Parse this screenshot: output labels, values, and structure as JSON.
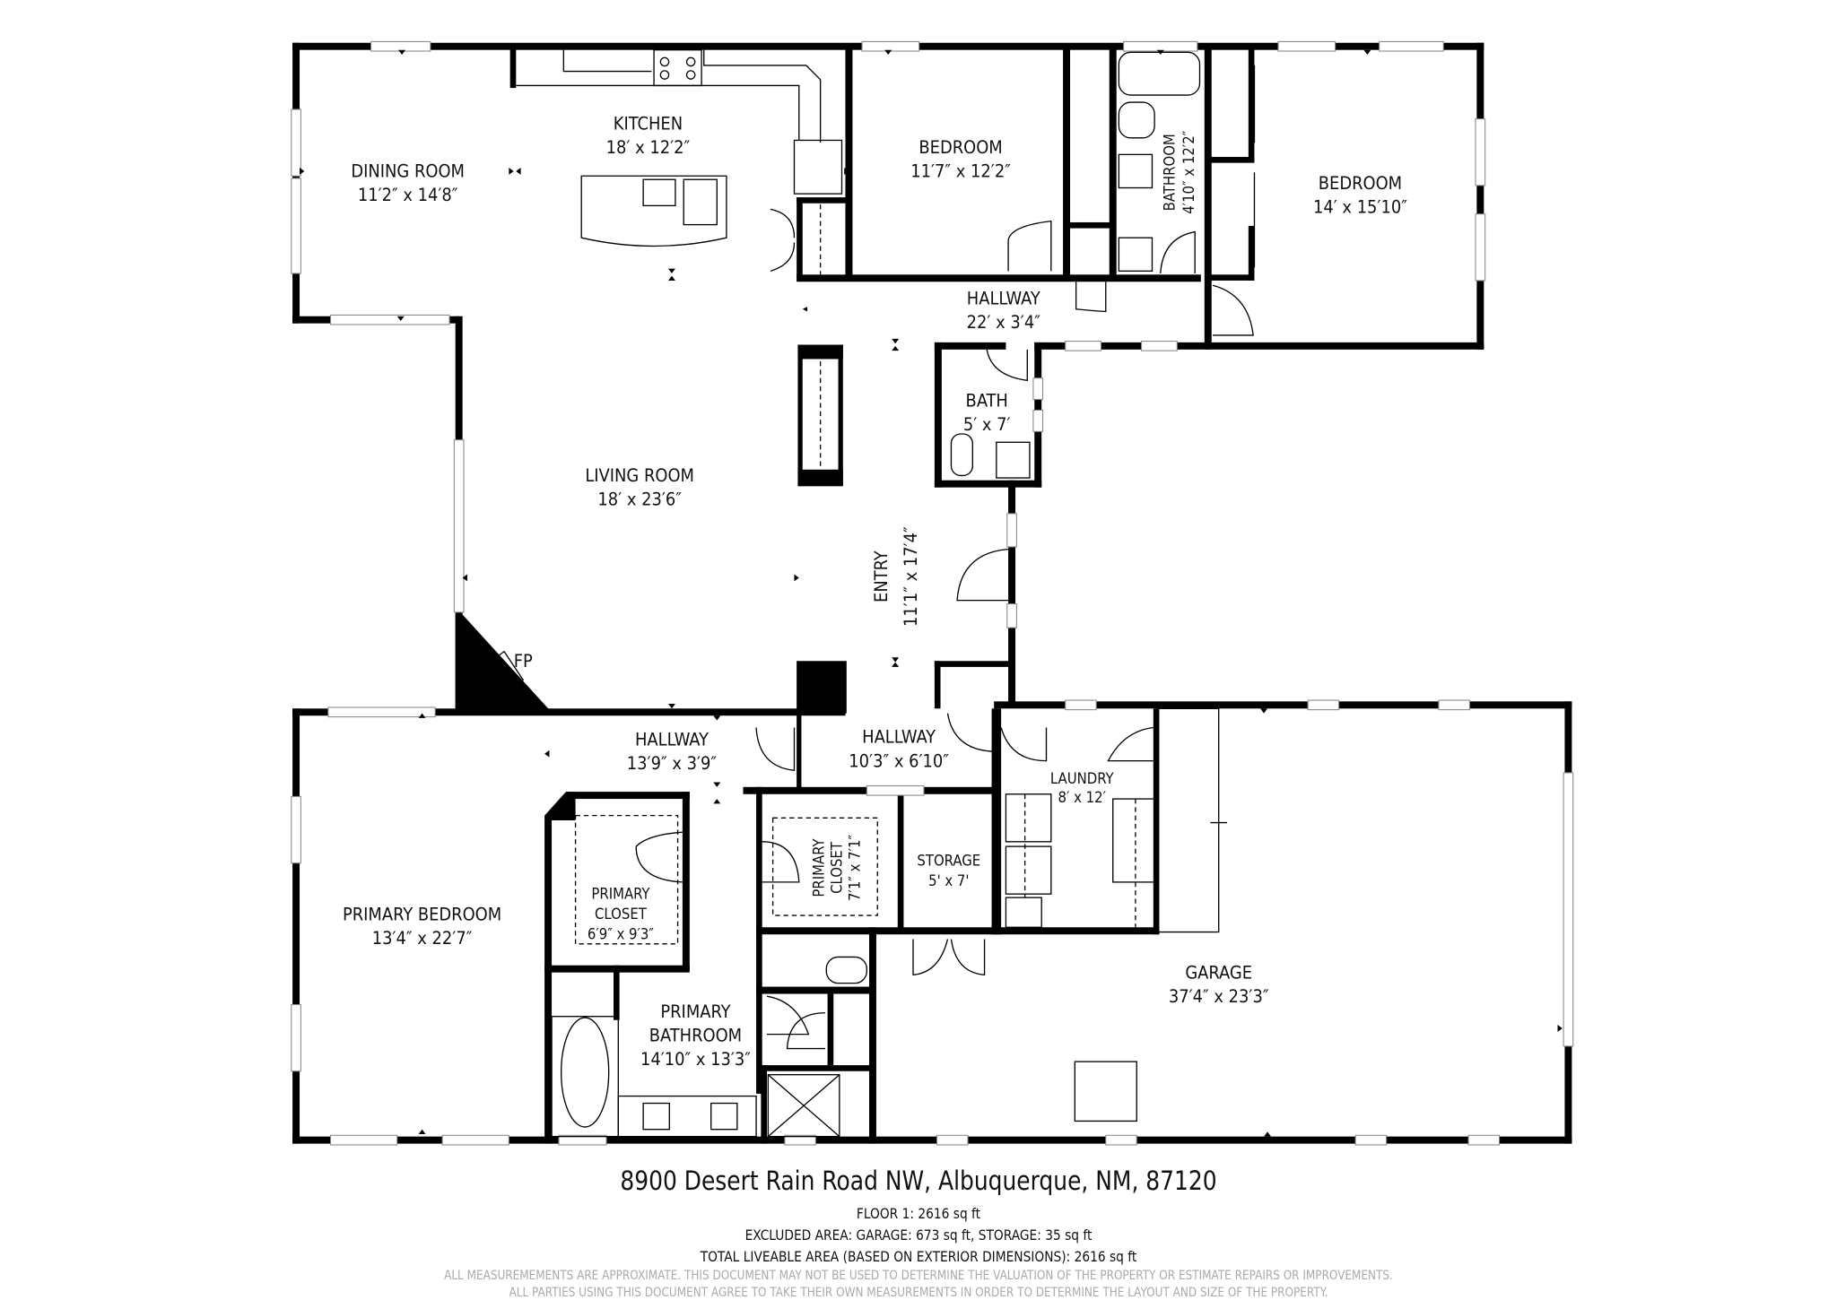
{
  "rooms": {
    "kitchen": {
      "name": "KITCHEN",
      "dims": "18′ x 12′2″"
    },
    "dining_room": {
      "name": "DINING ROOM",
      "dims": "11′2″ x 14′8″"
    },
    "bedroom_1": {
      "name": "BEDROOM",
      "dims": "11′7″ x 12′2″"
    },
    "bathroom": {
      "name": "BATHROOM",
      "dims": "4′10″ x 12′2″"
    },
    "bedroom_2": {
      "name": "BEDROOM",
      "dims": "14′ x 15′10″"
    },
    "hallway_north": {
      "name": "HALLWAY",
      "dims": "22′ x 3′4″"
    },
    "bath": {
      "name": "BATH",
      "dims": "5′ x 7′"
    },
    "living_room": {
      "name": "LIVING ROOM",
      "dims": "18′ x 23′6″"
    },
    "entry": {
      "name": "ENTRY",
      "dims": "11′1″ x 17′4″"
    },
    "fireplace": {
      "name": "FP"
    },
    "hallway_west": {
      "name": "HALLWAY",
      "dims": "13′9″ x 3′9″"
    },
    "hallway_center": {
      "name": "HALLWAY",
      "dims": "10′3″ x 6′10″"
    },
    "laundry": {
      "name": "LAUNDRY",
      "dims": "8′ x 12′"
    },
    "primary_bedroom": {
      "name": "PRIMARY BEDROOM",
      "dims": "13′4″ x 22′7″"
    },
    "primary_closet_1": {
      "name_line1": "PRIMARY",
      "name_line2": "CLOSET",
      "dims": "6′9″ x 9′3″"
    },
    "primary_closet_2": {
      "name_line1": "PRIMARY",
      "name_line2": "CLOSET",
      "dims": "7′1″ x 7′1″"
    },
    "storage": {
      "name": "STORAGE",
      "dims": "5' x 7'"
    },
    "primary_bathroom": {
      "name_line1": "PRIMARY",
      "name_line2": "BATHROOM",
      "dims": "14′10″ x 13′3″"
    },
    "garage": {
      "name": "GARAGE",
      "dims": "37′4″ x 23′3″"
    }
  },
  "footer": {
    "address": "8900 Desert Rain Road NW, Albuquerque, NM, 87120",
    "floor": "FLOOR 1: 2616 sq ft",
    "excluded": "EXCLUDED AREA: GARAGE: 673 sq ft, STORAGE: 35 sq ft",
    "total": "TOTAL LIVEABLE AREA (BASED ON EXTERIOR DIMENSIONS): 2616 sq ft",
    "disclaimer_1": "ALL MEASUREMEMENTS ARE APPROXIMATE. THIS DOCUMENT MAY NOT BE USED TO DETERMINE THE VALUATION OF THE PROPERTY OR ESTIMATE REPAIRS OR IMPROVEMENTS.",
    "disclaimer_2": "ALL PARTIES USING THIS DOCUMENT AGREE TO TAKE THEIR OWN MEASUREMENTS IN ORDER TO DETERMINE THE LAYOUT AND SIZE OF THE PROPERTY."
  },
  "colors": {
    "wall": "#000000",
    "window": "#888888",
    "disclaimer": "#aaaaaa"
  }
}
